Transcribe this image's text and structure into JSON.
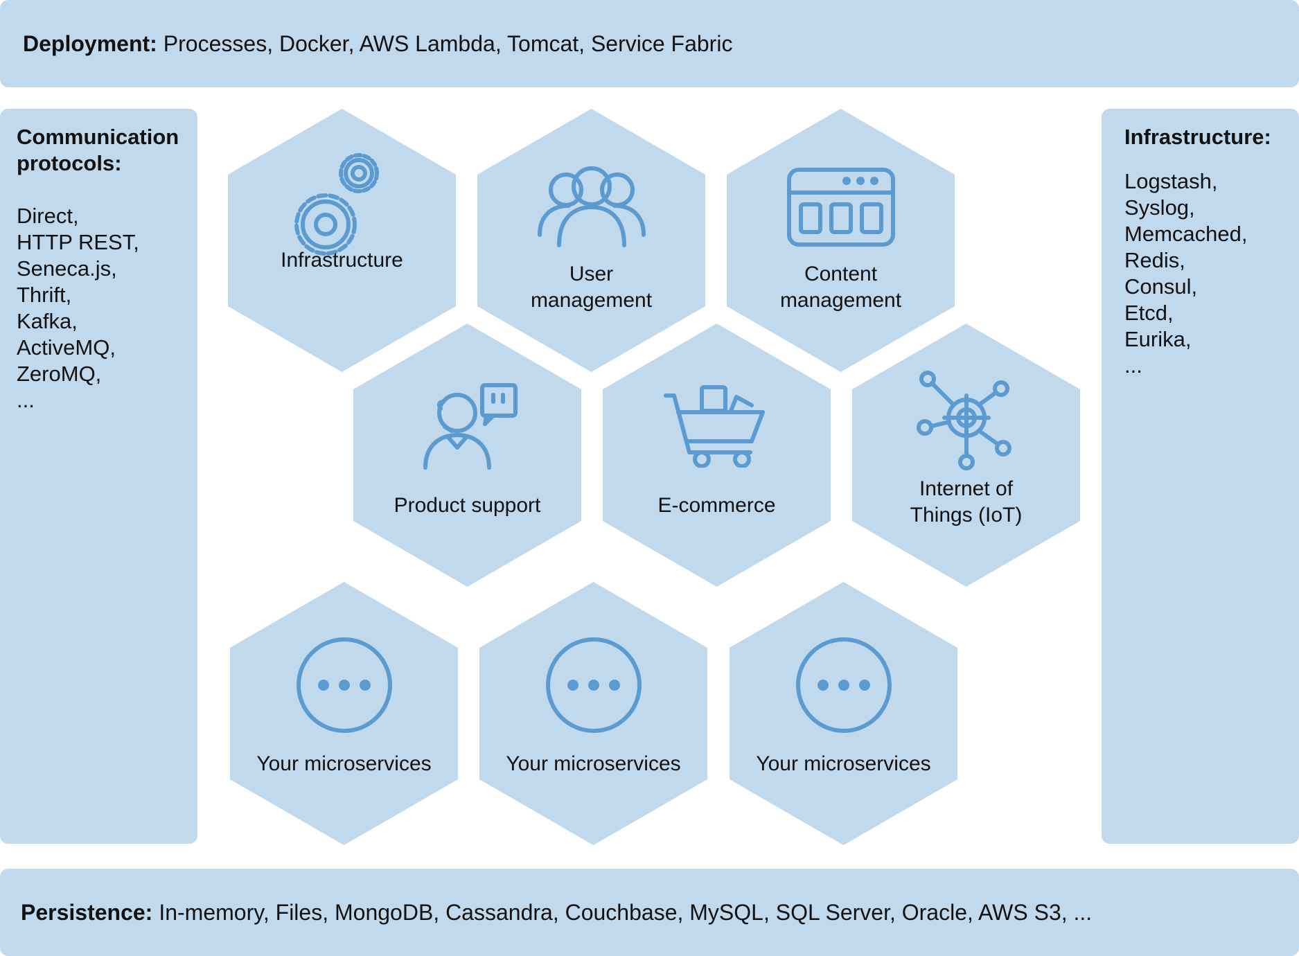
{
  "top": {
    "heading": "Deployment:",
    "text": "Processes, Docker, AWS Lambda, Tomcat, Service Fabric"
  },
  "bottom": {
    "heading": "Persistence:",
    "text": "In-memory, Files, MongoDB, Cassandra, Couchbase, MySQL, SQL Server, Oracle, AWS S3, ..."
  },
  "left_panel": {
    "title": "Communication\nprotocols:",
    "items": [
      "Direct,",
      "HTTP REST,",
      "Seneca.js,",
      "Thrift,",
      "Kafka,",
      "ActiveMQ,",
      "ZeroMQ,",
      "..."
    ]
  },
  "right_panel": {
    "title": "Infrastructure:",
    "items": [
      "Logstash,",
      "Syslog,",
      "Memcached,",
      "Redis,",
      "Consul,",
      "Etcd,",
      "Eurika,",
      "..."
    ]
  },
  "hexagons": [
    {
      "label": "Infrastructure",
      "icon": "gears-icon"
    },
    {
      "label": "User\nmanagement",
      "icon": "users-icon"
    },
    {
      "label": "Content\nmanagement",
      "icon": "browser-window-icon"
    },
    {
      "label": "Product support",
      "icon": "support-agent-icon"
    },
    {
      "label": "E-commerce",
      "icon": "shopping-cart-icon"
    },
    {
      "label": "Internet of\nThings (IoT)",
      "icon": "iot-network-icon"
    },
    {
      "label": "Your microservices",
      "icon": "ellipsis-circle-icon"
    },
    {
      "label": "Your microservices",
      "icon": "ellipsis-circle-icon"
    },
    {
      "label": "Your microservices",
      "icon": "ellipsis-circle-icon"
    }
  ],
  "colors": {
    "panel_fill": "#c0d9ec",
    "icon_stroke": "#5b9bd0",
    "text": "#111111"
  }
}
